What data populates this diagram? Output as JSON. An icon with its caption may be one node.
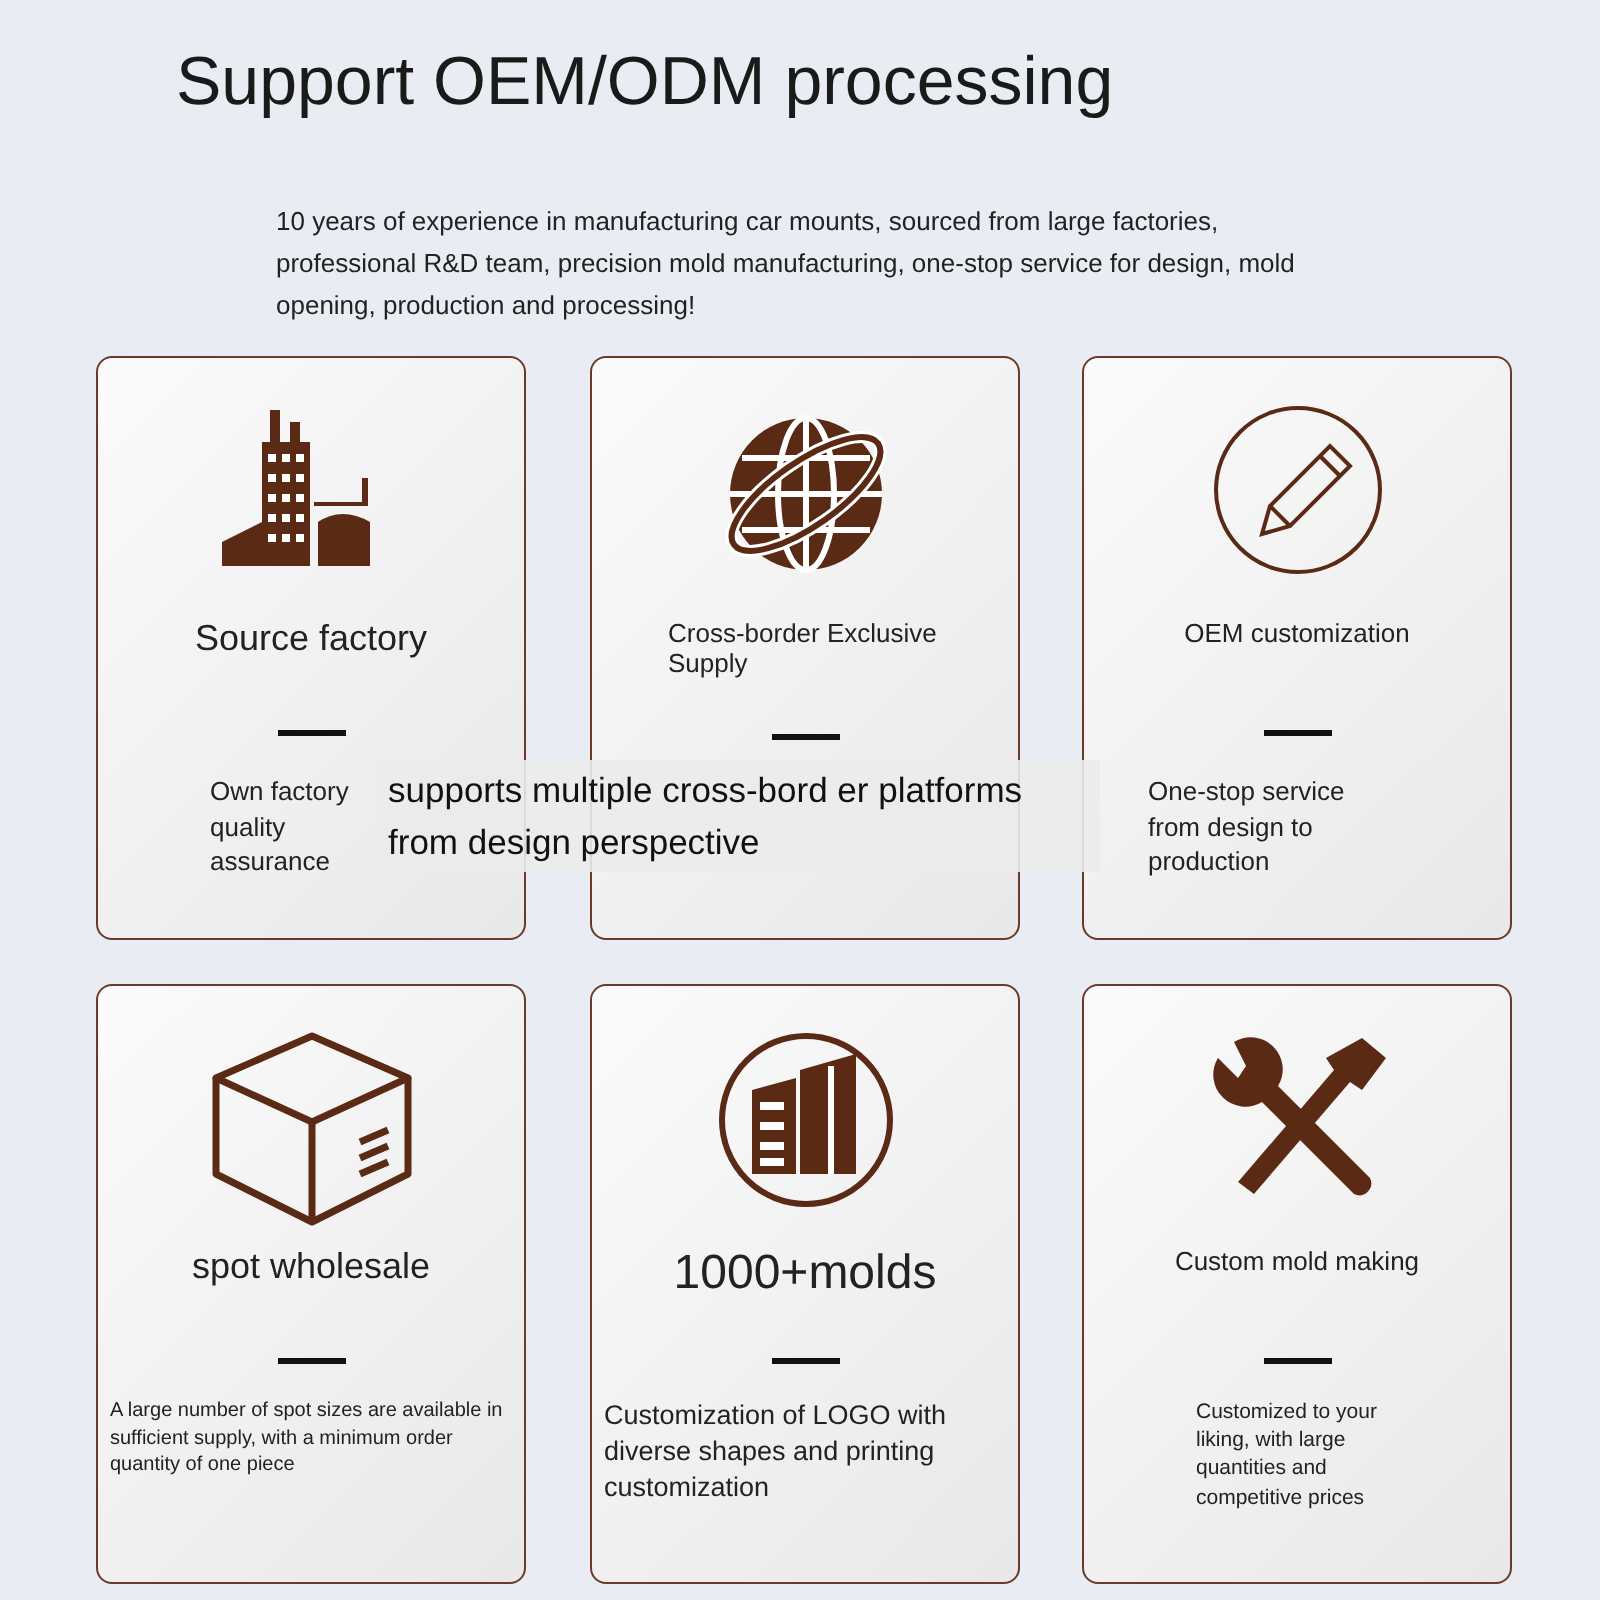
{
  "diagram": {
    "title": "Support OEM/ODM processing",
    "nodes": [
      {
        "text": [
          "Source factory",
          "Own factory quality assurance"
        ]
      },
      {
        "text": [
          "Cross-border Exclusive Supply"
        ]
      },
      {
        "text": [
          "OEM customization",
          "One-stop service from design to production"
        ]
      },
      {
        "text": [
          "spot wholesale",
          "A large number of spot sizes are available in sufficient supply, with a minimum order quantity of one piece"
        ]
      },
      {
        "text": [
          "1000+molds",
          "Customization of LOGO with diverse shapes and printing customization"
        ]
      },
      {
        "text": [
          "Custom mold making",
          "Customized to your liking, with large quantities and competitive prices"
        ]
      }
    ],
    "labels": [
      "10 years of experience in manufacturing car mounts, sourced from large factories, professional R&D team, precision mold manufacturing, one-stop service for design, mold opening, production and processing!",
      "supports multiple cross-bord er platforms from design perspective"
    ]
  }
}
